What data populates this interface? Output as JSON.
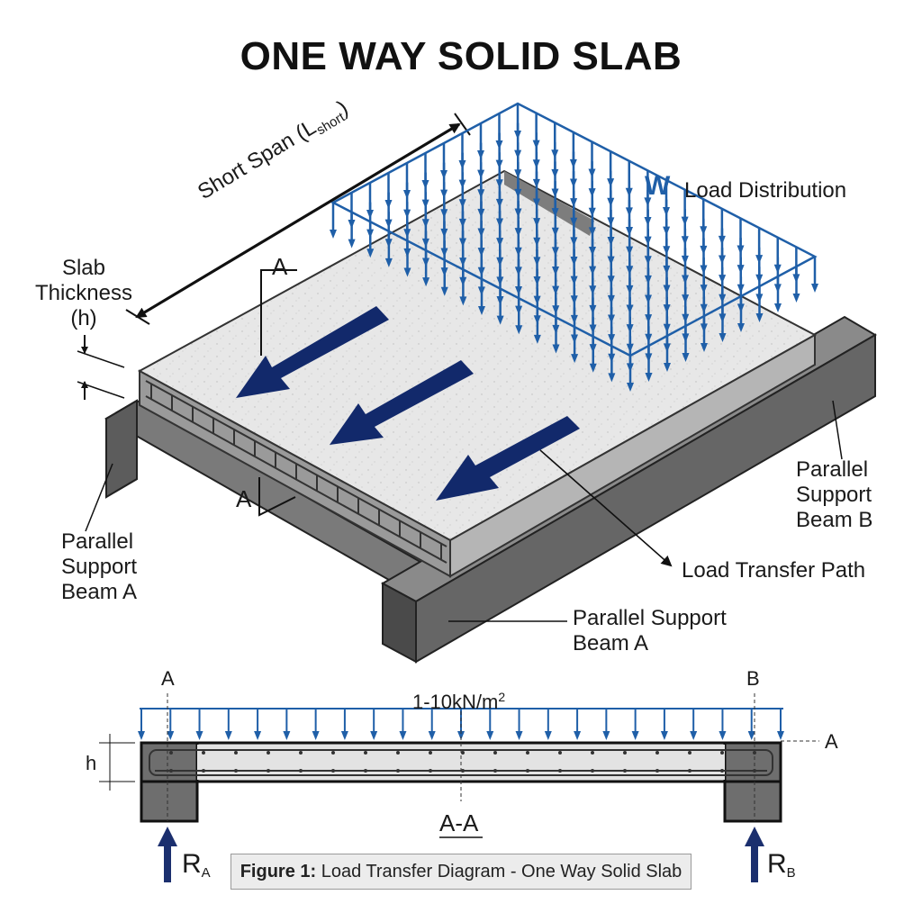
{
  "title": "ONE WAY SOLID SLAB",
  "labels": {
    "short_span": "Short Span (L",
    "short_span_sub": "short",
    "short_span_close": ")",
    "slab_thickness": [
      "Slab",
      "Thickness",
      "(h)"
    ],
    "w_symbol": "W",
    "load_distribution": "Load Distribution",
    "section_a_top": "A",
    "section_a_bottom": "A",
    "beam_b": [
      "Parallel",
      "Support",
      "Beam B"
    ],
    "beam_a_left": [
      "Parallel",
      "Support",
      "Beam A"
    ],
    "load_transfer_path": "Load Transfer Path",
    "beam_a_bottom": [
      "Parallel Support",
      "Beam A"
    ]
  },
  "section": {
    "label_a": "A",
    "label_b": "B",
    "load_value": "1-10kN/m",
    "load_value_sup": "2",
    "section_mark_right": "A",
    "h_label": "h",
    "section_name": "A-A",
    "reaction_a": "R",
    "reaction_a_sub": "A",
    "reaction_b": "R",
    "reaction_b_sub": "B"
  },
  "caption": {
    "bold": "Figure 1:",
    "text": " Load Transfer Diagram - One Way Solid Slab"
  },
  "colors": {
    "load_arrow": "#1f5fa8",
    "transfer_arrow": "#12296b",
    "reaction_arrow": "#1b2f6e",
    "concrete_top": "#e6e6e6",
    "beam_dark": "#4d4d4d",
    "beam_mid": "#6b6b6b"
  }
}
